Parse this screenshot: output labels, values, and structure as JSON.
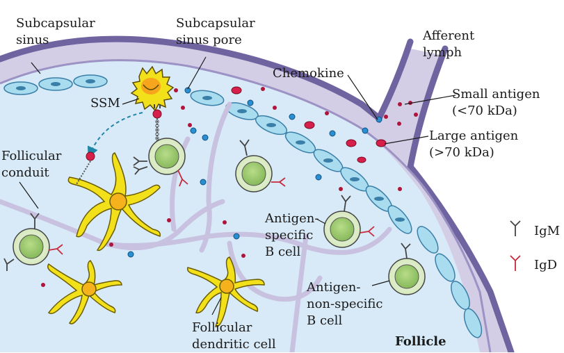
{
  "labels": {
    "subcapsular_sinus": [
      "Subcapsular",
      "sinus"
    ],
    "subcapsular_sinus_pore": [
      "Subcapsular",
      "sinus pore"
    ],
    "afferent_lymph": [
      "Afferent",
      "lymph"
    ],
    "chemokine": "Chemokine",
    "small_antigen": [
      "Small antigen",
      "(<70 kDa)"
    ],
    "large_antigen": [
      "Large antigen",
      "(>70 kDa)"
    ],
    "ssm": "SSM",
    "follicular_conduit": [
      "Follicular",
      "conduit"
    ],
    "antigen_specific_b_cell": [
      "Antigen-",
      "specific",
      "B cell"
    ],
    "antigen_nonspecific_b_cell": [
      "Antigen-",
      "non-specific",
      "B cell"
    ],
    "follicular_dendritic_cell": [
      "Follicular",
      "dendritic cell"
    ],
    "follicle": "Follicle"
  },
  "legend": [
    {
      "name": "IgM",
      "color": "#444444"
    },
    {
      "name": "IgD",
      "color": "#c8283c"
    }
  ],
  "colors": {
    "capsule": "#7b6fa8",
    "sinus": "#cdc6e2",
    "follicle_bg": "#d6e9f7",
    "lining_cell": "#a9dcef",
    "antigen_large": "#d61f4a",
    "chemokine_dot": "#2a8fd2",
    "b_cell_nucleus": "#9ccc6c",
    "dendritic_cell": "#f2e11a"
  }
}
